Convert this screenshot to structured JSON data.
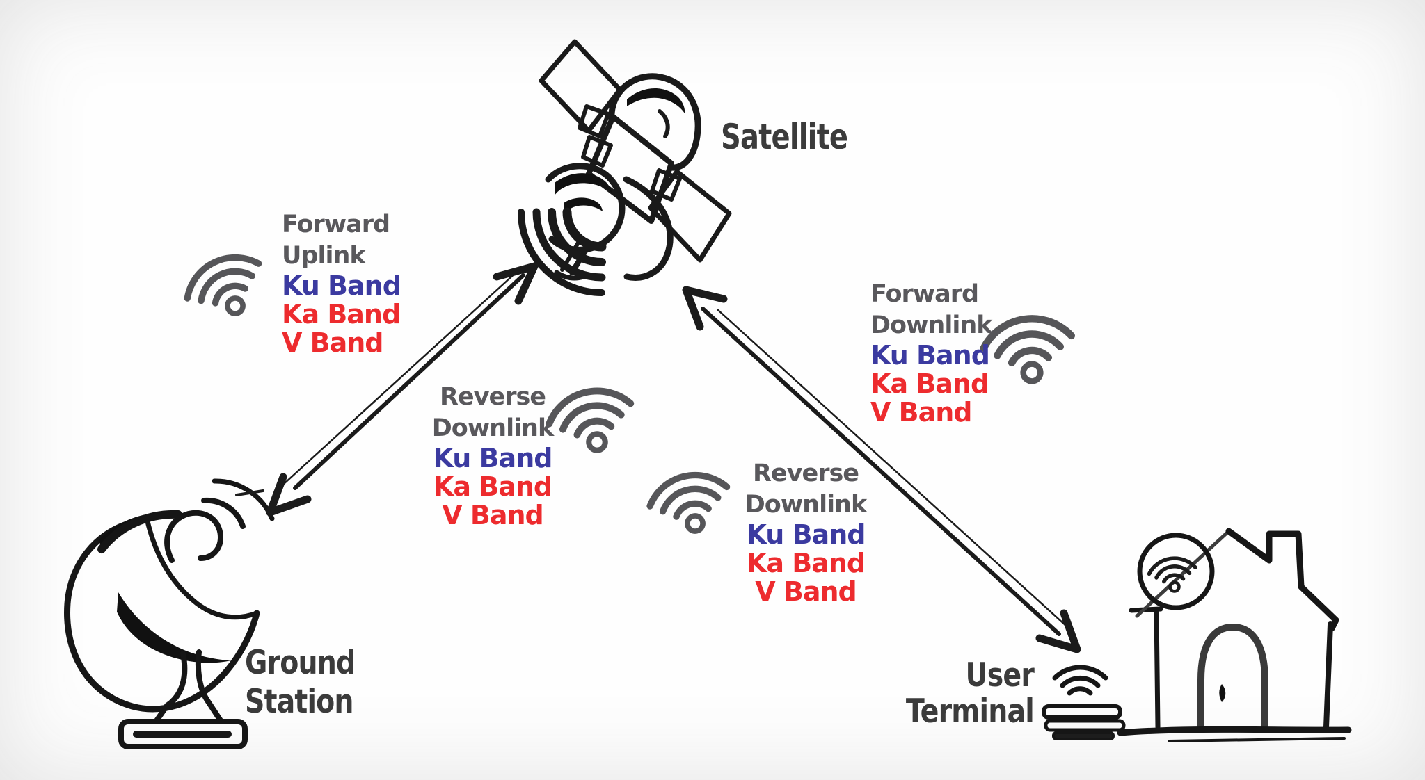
{
  "nodes": {
    "satellite": {
      "label": "Satellite"
    },
    "ground_station": {
      "label": [
        "Ground",
        "Station"
      ]
    },
    "user_terminal": {
      "label": [
        "User",
        "Terminal"
      ]
    }
  },
  "links": [
    {
      "id": "forward-uplink",
      "direction": "Forward",
      "channel": "Uplink",
      "bands": [
        {
          "label": "Ku Band",
          "color": "#3b3aa0"
        },
        {
          "label": "Ka Band",
          "color": "#ed2b2e"
        },
        {
          "label": "V Band",
          "color": "#ed2b2e"
        }
      ]
    },
    {
      "id": "reverse-downlink-ground",
      "direction": "Reverse",
      "channel": "Downlink",
      "bands": [
        {
          "label": "Ku Band",
          "color": "#3b3aa0"
        },
        {
          "label": "Ka Band",
          "color": "#ed2b2e"
        },
        {
          "label": "V Band",
          "color": "#ed2b2e"
        }
      ]
    },
    {
      "id": "forward-downlink",
      "direction": "Forward",
      "channel": "Downlink",
      "bands": [
        {
          "label": "Ku Band",
          "color": "#3b3aa0"
        },
        {
          "label": "Ka Band",
          "color": "#ed2b2e"
        },
        {
          "label": "V Band",
          "color": "#ed2b2e"
        }
      ]
    },
    {
      "id": "reverse-downlink-user",
      "direction": "Reverse",
      "channel": "Downlink",
      "bands": [
        {
          "label": "Ku Band",
          "color": "#3b3aa0"
        },
        {
          "label": "Ka Band",
          "color": "#ed2b2e"
        },
        {
          "label": "V Band",
          "color": "#ed2b2e"
        }
      ]
    }
  ],
  "icons": [
    "wifi-signal-icon",
    "wifi-router-icon",
    "satellite-icon",
    "ground-station-dish-icon",
    "house-icon",
    "user-terminal-device-icon",
    "double-headed-arrow"
  ],
  "colors": {
    "link_text": "#59585c",
    "node_label": "#3b3b3b",
    "band_ku": "#3b3aa0",
    "band_ka": "#ed2b2e",
    "band_v": "#ed2b2e",
    "sketch_ink": "#1a1a1a",
    "wifi_gray": "#565659",
    "background": "#fefefe"
  }
}
